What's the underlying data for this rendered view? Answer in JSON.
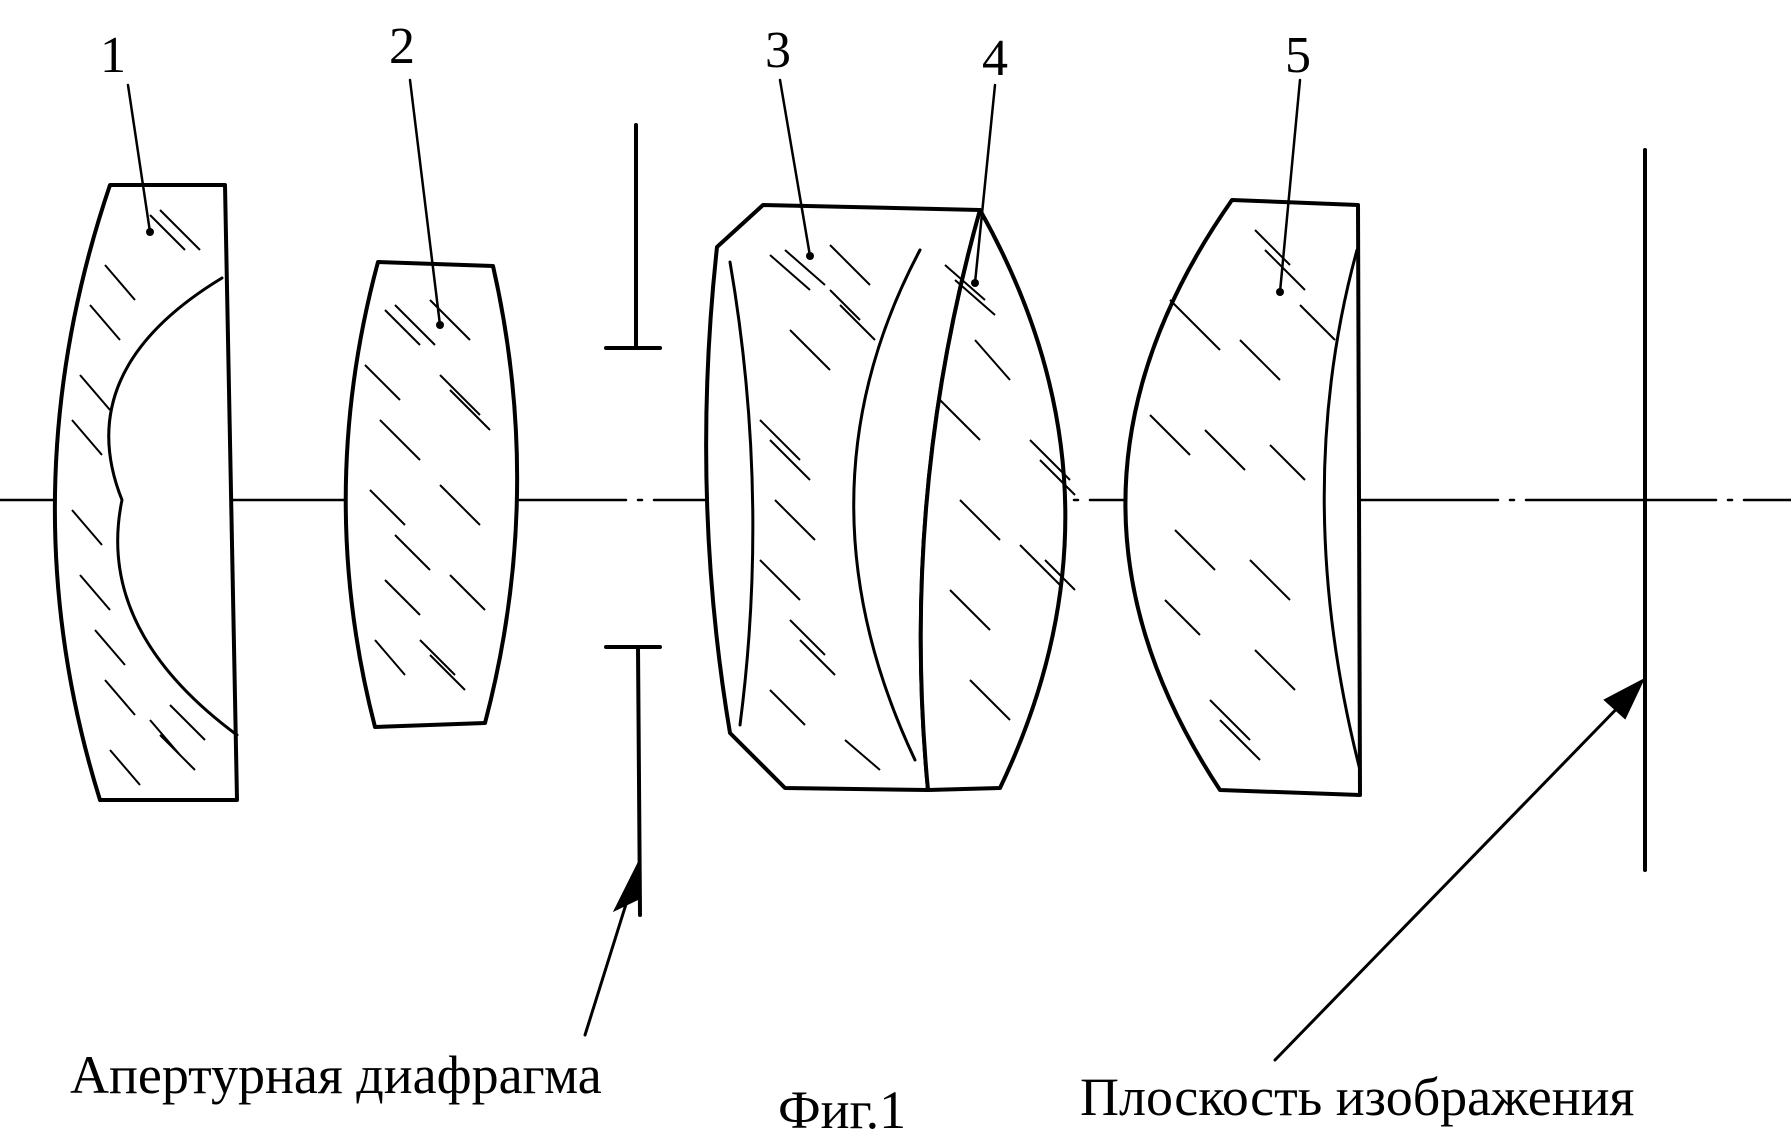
{
  "lens_labels": [
    "1",
    "2",
    "3",
    "4",
    "5"
  ],
  "aperture_label": "Апертурная диафрагма",
  "figure_label": "Фиг.1",
  "image_plane_label": "Плоскость изображения"
}
